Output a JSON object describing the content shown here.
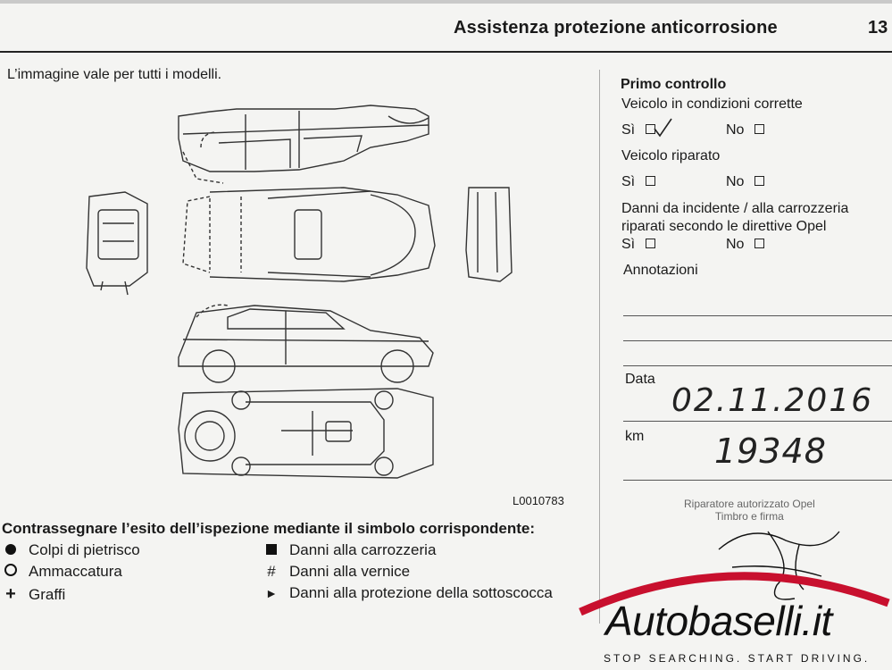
{
  "header": {
    "title": "Assistenza protezione anticorrosione",
    "page_number": "13"
  },
  "intro": "L’immagine vale per tutti i modelli.",
  "figure_code": "L0010783",
  "legend": {
    "heading": "Contrassegnare l’esito dell’ispezione mediante il simbolo corrispondente:",
    "left": [
      {
        "symbol": "filled-circle",
        "label": "Colpi di pietrisco"
      },
      {
        "symbol": "open-circle",
        "label": "Ammaccatura"
      },
      {
        "symbol": "+",
        "label": "Graffi"
      }
    ],
    "right": [
      {
        "symbol": "filled-square",
        "label": "Danni alla carrozzeria"
      },
      {
        "symbol": "#",
        "label": "Danni alla vernice"
      },
      {
        "symbol": "►",
        "label": "Danni alla protezione della sottoscocca"
      }
    ]
  },
  "form": {
    "heading": "Primo controllo",
    "q1": "Veicolo in condizioni corrette",
    "q2": "Veicolo riparato",
    "q3_line1": "Danni da incidente / alla carrozzeria",
    "q3_line2": "riparati secondo le direttive Opel",
    "yes": "Sì",
    "no": "No",
    "notes": "Annotazioni",
    "date_label": "Data",
    "date_value": "02.11.2016",
    "km_label": "km",
    "km_value": "19348",
    "stamp_line1": "Riparatore autorizzato Opel",
    "stamp_line2": "Timbro e firma"
  },
  "watermark": {
    "brand": "Autobaselli.it",
    "tagline": "STOP SEARCHING. START DRIVING.",
    "accent_color": "#c8102e"
  }
}
